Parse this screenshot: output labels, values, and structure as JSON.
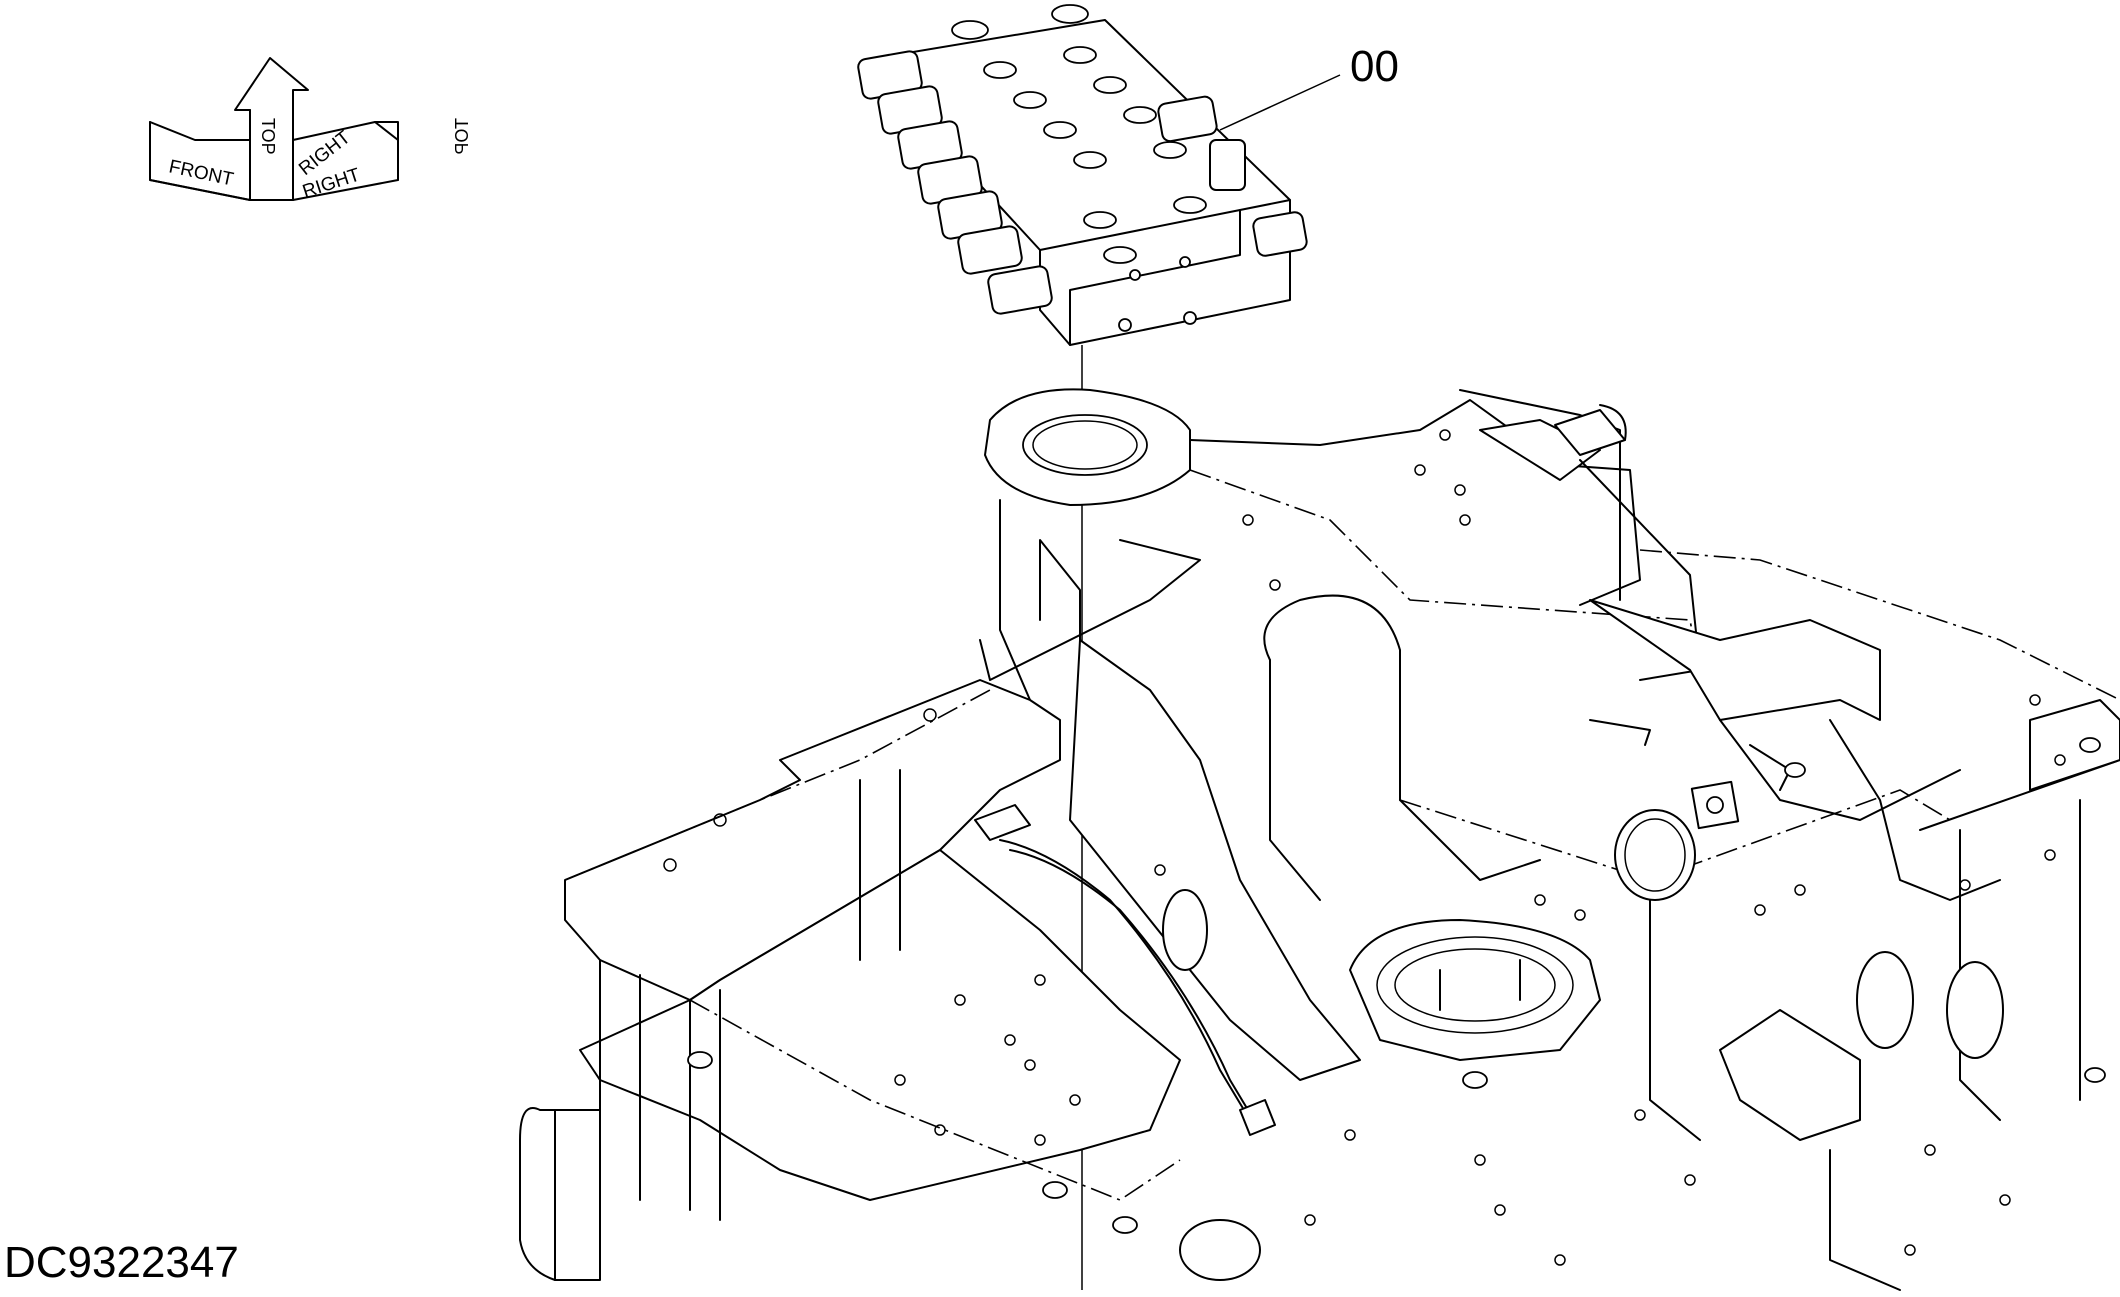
{
  "drawing": {
    "code": "DC9322347",
    "callout": "00"
  },
  "orientation": {
    "top": "TOP",
    "front": "FRONT",
    "right": "RIGHT"
  },
  "colors": {
    "line": "#000000",
    "background": "#ffffff"
  }
}
